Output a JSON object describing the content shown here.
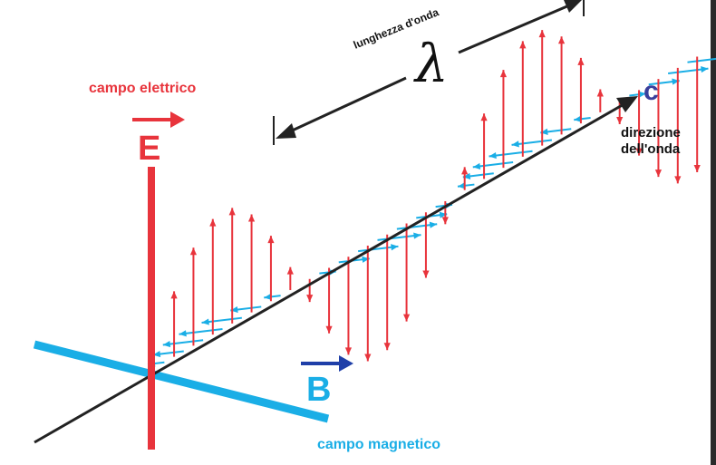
{
  "labels": {
    "wavelength_text": "lunghezza d'onda",
    "lambda_symbol": "λ",
    "electric_field_text": "campo elettrico",
    "e_symbol": "E",
    "magnetic_field_text": "campo magnetico",
    "b_symbol": "B",
    "c_symbol": "c",
    "direction_line1": "direzione",
    "direction_line2": "dell'onda"
  },
  "colors": {
    "background": "#ffffff",
    "frame": "#2b2b2b",
    "electric": "#e8343c",
    "magnetic": "#1aaee6",
    "magnetic_symbol_arrow": "#1f3fa8",
    "c_symbol": "#3a3f9c",
    "axis": "#222222",
    "text": "#111111"
  },
  "wave": {
    "periods_shown": 1.75,
    "electric_vectors_per_period": 16,
    "magnetic_vectors_per_period": 16
  }
}
